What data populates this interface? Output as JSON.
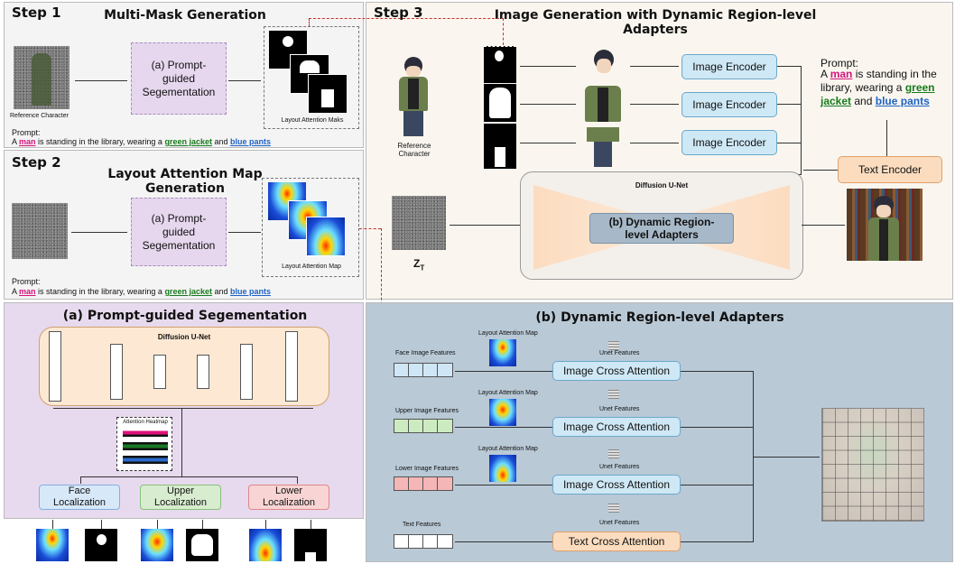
{
  "step1": {
    "label": "Step 1",
    "title": "Multi-Mask Generation",
    "ref_caption": "Reference Character",
    "box_label": "(a) Prompt-guided Segementation",
    "masks_caption": "Layout Attention Maks",
    "prompt_label": "Prompt:",
    "prompt": {
      "pre": "A ",
      "man": "man",
      "mid": " is standing in the library, wearing a ",
      "green": "green jacket",
      "and": " and ",
      "blue": "blue pants"
    }
  },
  "step2": {
    "label": "Step 2",
    "title": "Layout Attention Map Generation",
    "box_label": "(a) Prompt-guided Segementation",
    "maps_caption": "Layout Attention Map",
    "prompt_label": "Prompt:",
    "prompt": {
      "pre": "A ",
      "man": "man",
      "mid": " is standing in the library, wearing a ",
      "green": "green jacket",
      "and": " and ",
      "blue": "blue pants"
    }
  },
  "step3": {
    "label": "Step 3",
    "title": "Image Generation with Dynamic Region-level Adapters",
    "ref_caption": "Reference Character",
    "encoders": [
      "Image Encoder",
      "Image Encoder",
      "Image Encoder"
    ],
    "prompt_label": "Prompt:",
    "prompt": {
      "pre": "A ",
      "man": "man",
      "mid": " is standing in the library, wearing a ",
      "green": "green jacket",
      "and": " and ",
      "blue": "blue pants"
    },
    "text_encoder": "Text Encoder",
    "unet_label": "Diffusion U-Net",
    "adapter_label": "(b) Dynamic Region-level Adapters",
    "zt": "Z",
    "zt_sub": "T"
  },
  "panel_a": {
    "title": "(a) Prompt-guided Segementation",
    "unet_label": "Diffusion U-Net",
    "heatmap_label": "Attention Heatmap",
    "localizations": [
      "Face Localization",
      "Upper Localization",
      "Lower Localization"
    ]
  },
  "panel_b": {
    "title": "(b) Dynamic Region-level Adapters",
    "features": [
      "Face Image Features",
      "Upper Image Features",
      "Lower Image Features",
      "Text Features"
    ],
    "layout_map_label": "Layout Attention Map",
    "unet_features_label": "Unet Features",
    "cross_attn": [
      "Image Cross Attention",
      "Image Cross Attention",
      "Image Cross Attention"
    ],
    "text_cross_attn": "Text Cross Attention"
  },
  "colors": {
    "man": "#d4147c",
    "green": "#177a1c",
    "blue": "#1d62c4",
    "panel_purple": "#e7daee",
    "panel_blue": "#b9c9d6",
    "panel_cream": "#faf6ef"
  }
}
